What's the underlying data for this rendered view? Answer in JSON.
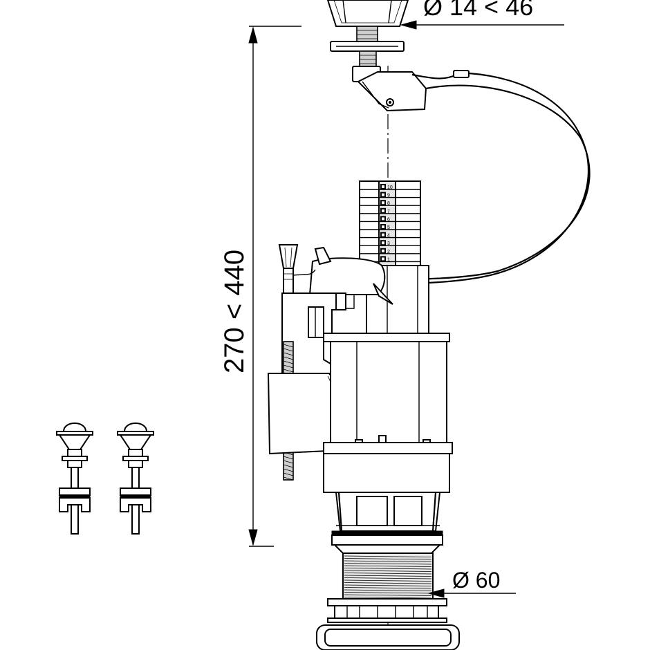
{
  "dimensions": {
    "top_diameter": "Ø 14 < 46",
    "height_range": "270 < 440",
    "bottom_diameter": "Ø 60"
  },
  "scale_marks": [
    "10",
    "9",
    "8",
    "7",
    "6",
    "5",
    "4",
    "3",
    "2",
    "1"
  ],
  "colors": {
    "line": "#000000",
    "background": "#ffffff",
    "shade": "#e6e6e6"
  }
}
